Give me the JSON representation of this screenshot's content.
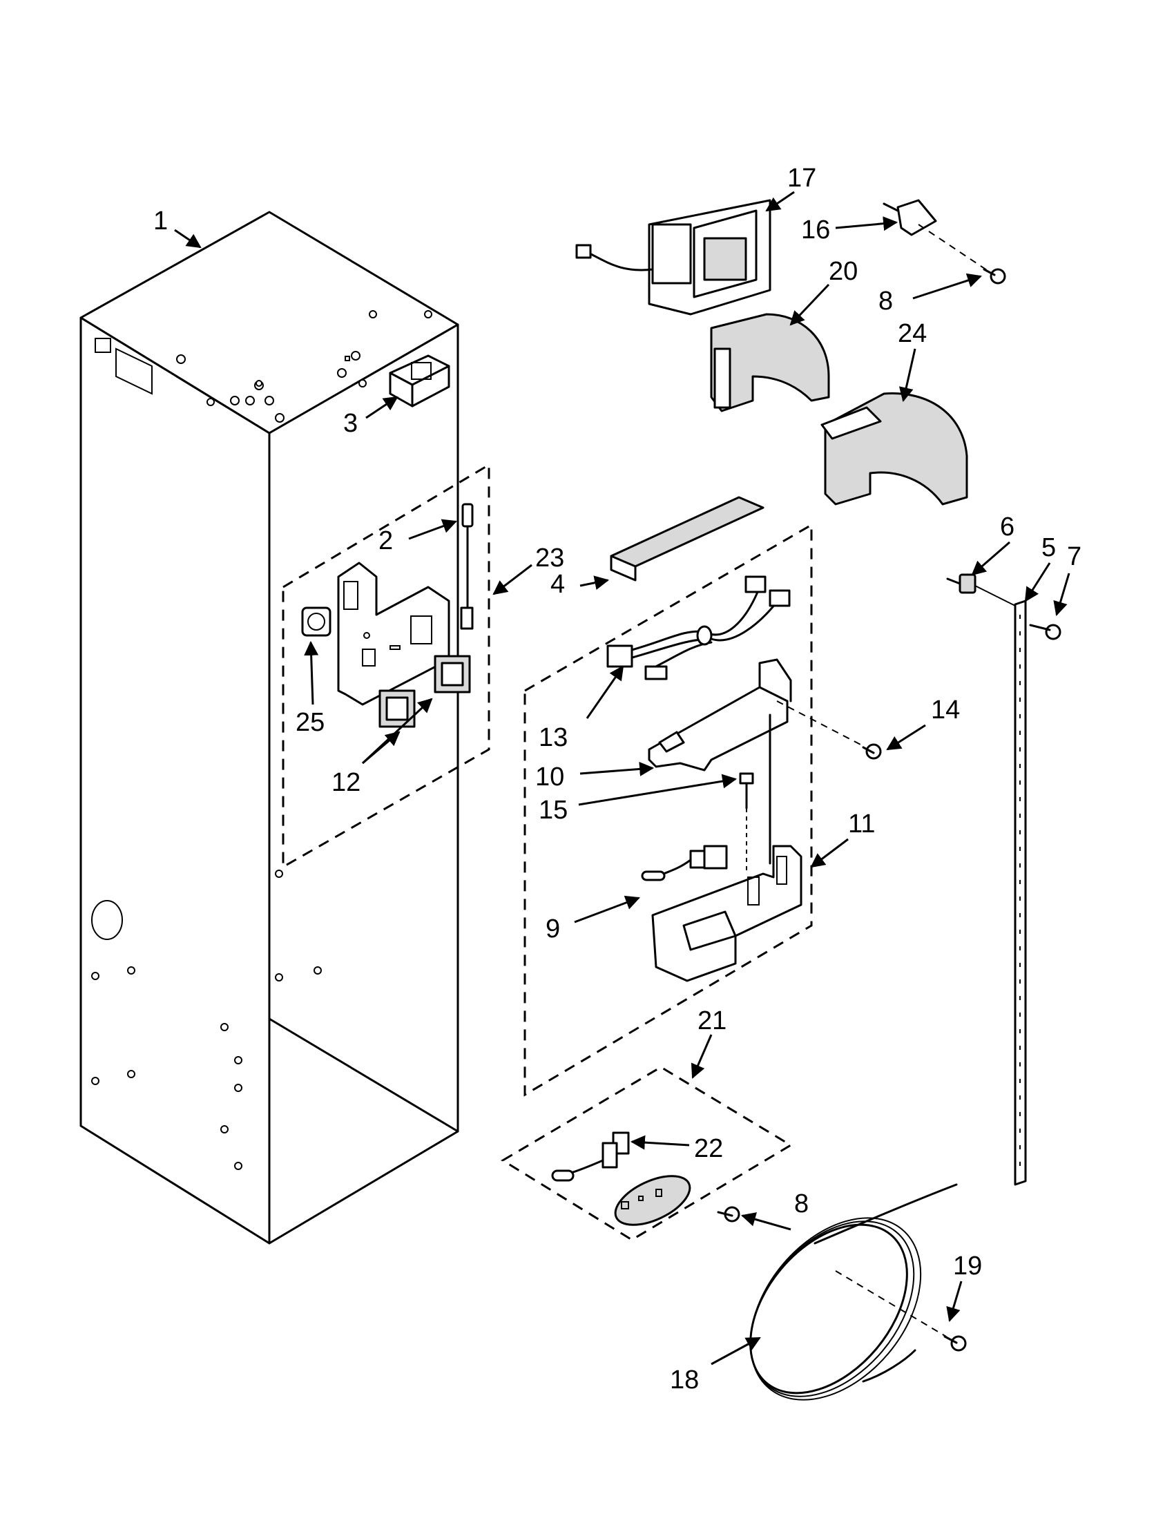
{
  "diagram": {
    "callouts": [
      {
        "id": "c1",
        "label": "1"
      },
      {
        "id": "c2",
        "label": "2"
      },
      {
        "id": "c3",
        "label": "3"
      },
      {
        "id": "c4",
        "label": "4"
      },
      {
        "id": "c5",
        "label": "5"
      },
      {
        "id": "c6",
        "label": "6"
      },
      {
        "id": "c7",
        "label": "7"
      },
      {
        "id": "c8a",
        "label": "8"
      },
      {
        "id": "c8b",
        "label": "8"
      },
      {
        "id": "c9",
        "label": "9"
      },
      {
        "id": "c10",
        "label": "10"
      },
      {
        "id": "c11",
        "label": "11"
      },
      {
        "id": "c12",
        "label": "12"
      },
      {
        "id": "c13",
        "label": "13"
      },
      {
        "id": "c14",
        "label": "14"
      },
      {
        "id": "c15",
        "label": "15"
      },
      {
        "id": "c16",
        "label": "16"
      },
      {
        "id": "c17",
        "label": "17"
      },
      {
        "id": "c18",
        "label": "18"
      },
      {
        "id": "c19",
        "label": "19"
      },
      {
        "id": "c20",
        "label": "20"
      },
      {
        "id": "c21",
        "label": "21"
      },
      {
        "id": "c22",
        "label": "22"
      },
      {
        "id": "c23",
        "label": "23"
      },
      {
        "id": "c24",
        "label": "24"
      },
      {
        "id": "c25",
        "label": "25"
      }
    ]
  }
}
